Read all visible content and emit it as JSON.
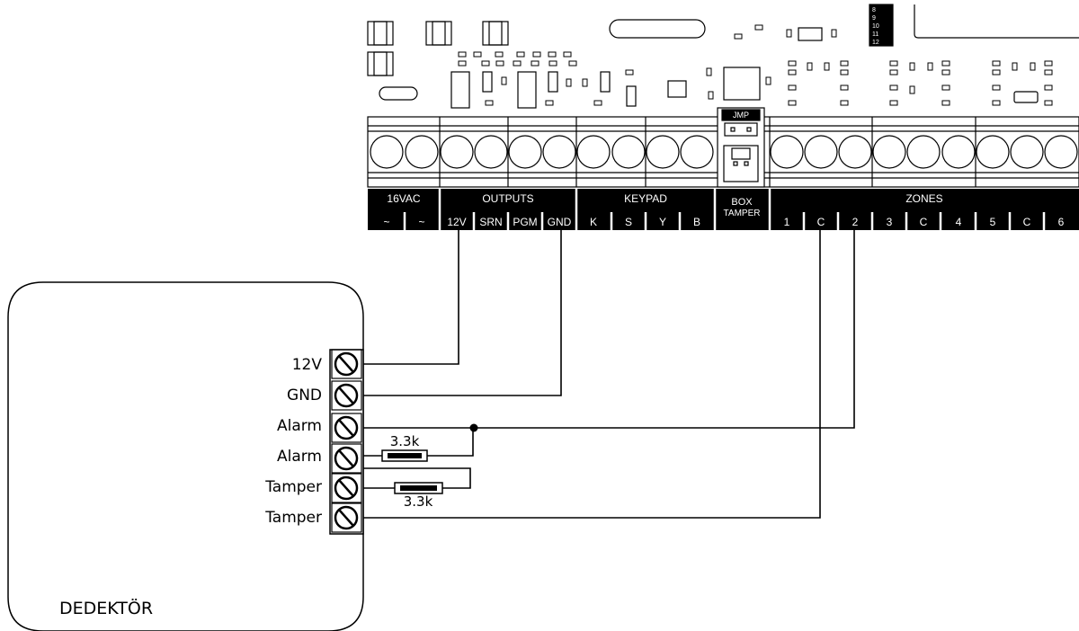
{
  "panel": {
    "header_numbers": [
      "8",
      "9",
      "10",
      "11",
      "12"
    ],
    "jumper_label": "JMP",
    "groups": [
      {
        "name": "16VAC",
        "terminals": [
          "~",
          "~"
        ]
      },
      {
        "name": "OUTPUTS",
        "terminals": [
          "12V",
          "SRN",
          "PGM",
          "GND"
        ]
      },
      {
        "name": "KEYPAD",
        "terminals": [
          "K",
          "S",
          "Y",
          "B"
        ]
      },
      {
        "name": "BOX TAMPER",
        "line1": "BOX",
        "line2": "TAMPER"
      },
      {
        "name": "ZONES",
        "terminals": [
          "1",
          "C",
          "2",
          "3",
          "C",
          "4",
          "5",
          "C",
          "6"
        ]
      }
    ]
  },
  "detector": {
    "title": "DEDEKTÖR",
    "terminals": [
      "12V",
      "GND",
      "Alarm",
      "Alarm",
      "Tamper",
      "Tamper"
    ]
  },
  "resistors": [
    {
      "label": "3.3k"
    },
    {
      "label": "3.3k"
    }
  ],
  "colors": {
    "line": "#000000",
    "background": "#ffffff",
    "label_bar": "#000000",
    "label_text": "#ffffff"
  }
}
